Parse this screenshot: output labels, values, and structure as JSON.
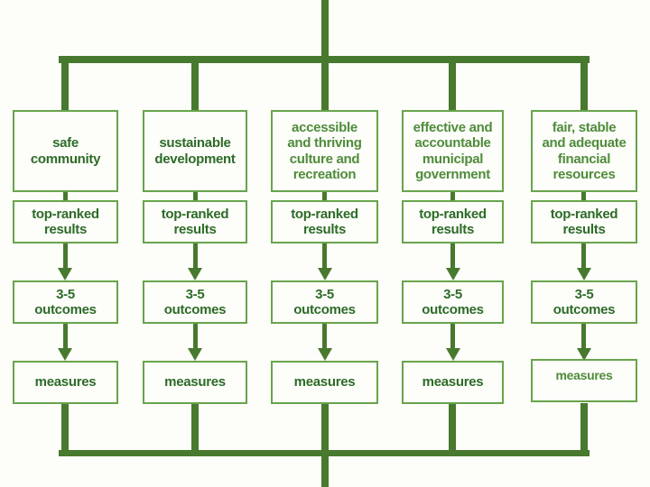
{
  "diagram": {
    "columns": [
      {
        "header": "safe\ncommunity",
        "top_ranked": "top-ranked\nresults",
        "outcomes": "3-5\noutcomes",
        "measures": "measures"
      },
      {
        "header": "sustainable\ndevelopment",
        "top_ranked": "top-ranked\nresults",
        "outcomes": "3-5\noutcomes",
        "measures": "measures"
      },
      {
        "header": "accessible\nand thriving\nculture and\nrecreation",
        "top_ranked": "top-ranked\nresults",
        "outcomes": "3-5\noutcomes",
        "measures": "measures"
      },
      {
        "header": "effective and\naccountable\nmunicipal\ngovernment",
        "top_ranked": "top-ranked\nresults",
        "outcomes": "3-5\noutcomes",
        "measures": "measures"
      },
      {
        "header": "fair, stable\nand adequate\nfinancial\nresources",
        "top_ranked": "top-ranked\nresults",
        "outcomes": "3-5\noutcomes",
        "measures": "measures"
      }
    ],
    "colors": {
      "line": "#47792e",
      "box_border": "#68a44c",
      "text_dark": "#2d6b28",
      "text_light": "#4e8c3a",
      "background": "#fdfdf9"
    }
  }
}
